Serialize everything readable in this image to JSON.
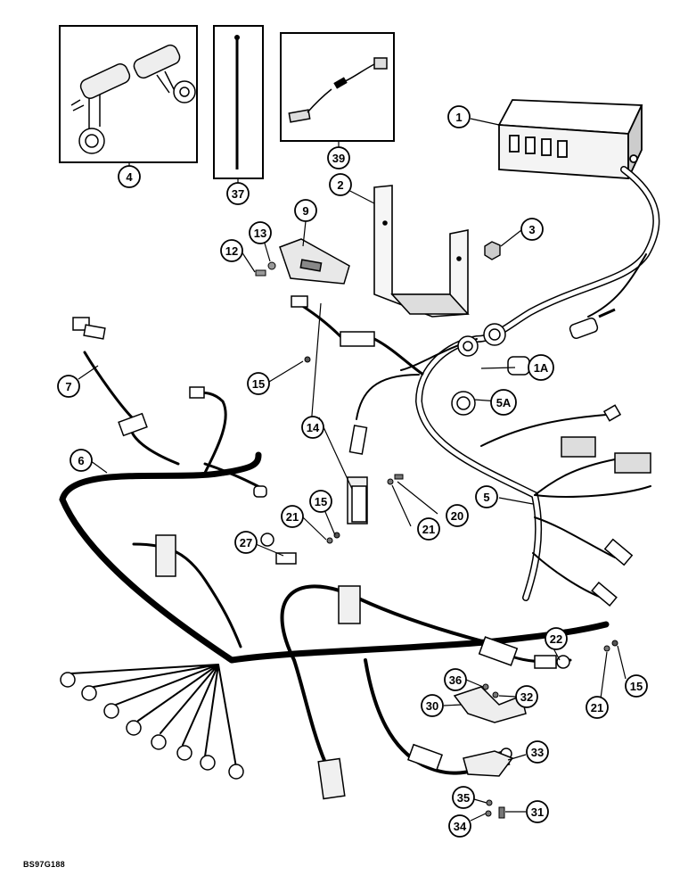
{
  "figure_ref": "BS97G188",
  "callouts": {
    "c1": "1",
    "c1A": "1A",
    "c2": "2",
    "c3": "3",
    "c4": "4",
    "c5": "5",
    "c5A": "5A",
    "c6": "6",
    "c7": "7",
    "c9": "9",
    "c12": "12",
    "c13": "13",
    "c14": "14",
    "c15a": "15",
    "c15b": "15",
    "c15c": "15",
    "c20": "20",
    "c21a": "21",
    "c21b": "21",
    "c21c": "21",
    "c22": "22",
    "c27": "27",
    "c30": "30",
    "c31": "31",
    "c32": "32",
    "c33": "33",
    "c34": "34",
    "c35": "35",
    "c36": "36",
    "c37": "37",
    "c39": "39"
  }
}
